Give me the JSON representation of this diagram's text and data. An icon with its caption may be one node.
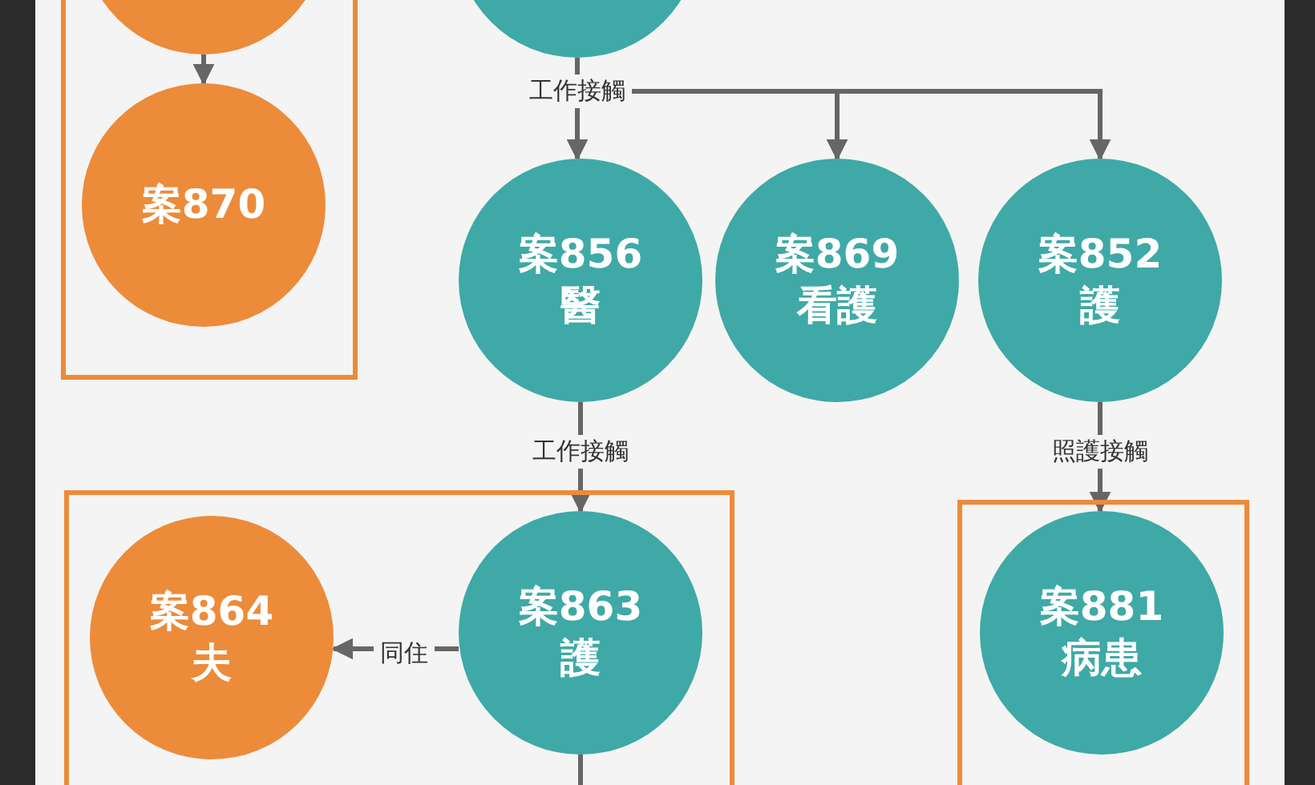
{
  "diagram": {
    "nodes": [
      {
        "text": [],
        "shape": "box"
      },
      {
        "text": [],
        "shape": "circle",
        "in": 0
      },
      {
        "text": [],
        "shape": "circle"
      },
      {
        "text": [
          "案870"
        ],
        "in": 0
      },
      {
        "text": [
          "案856",
          "醫"
        ]
      },
      {
        "text": [
          "案869",
          "看護"
        ]
      },
      {
        "text": [
          "案852",
          "護"
        ]
      },
      {
        "text": [],
        "shape": "box"
      },
      {
        "text": [
          "案864",
          "夫"
        ],
        "in": 7
      },
      {
        "text": [
          "案863",
          "護"
        ],
        "in": 7
      },
      {
        "text": [],
        "shape": "box"
      },
      {
        "text": [
          "案881",
          "病患"
        ],
        "in": 10
      }
    ],
    "edges": [
      {
        "from": 1,
        "to": 3,
        "arrow": "to"
      },
      {
        "from": 2,
        "to": 4,
        "arrow": "to",
        "label": "工作接觸"
      },
      {
        "from": 2,
        "to": 5,
        "arrow": "to"
      },
      {
        "from": 2,
        "to": 6,
        "arrow": "to"
      },
      {
        "from": 4,
        "to": 9,
        "arrow": "to",
        "label": "工作接觸"
      },
      {
        "from": 9,
        "to": 8,
        "arrow": "to",
        "label": "同住"
      },
      {
        "from": 6,
        "to": 11,
        "arrow": "to",
        "label": "照護接觸"
      },
      {
        "from": 9,
        "to": null,
        "arrow": "none"
      }
    ]
  }
}
